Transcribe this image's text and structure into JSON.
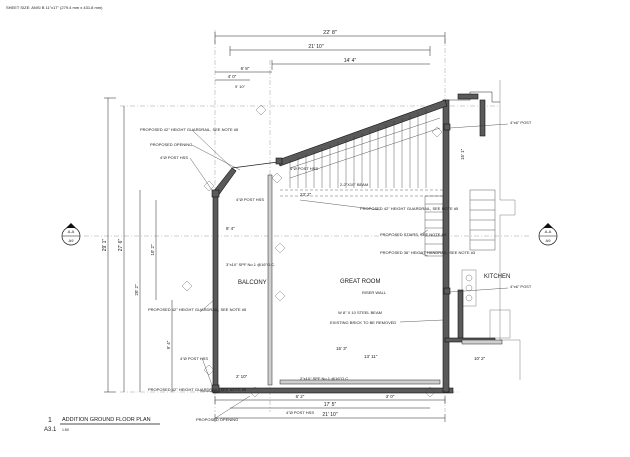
{
  "sheet_size": "SHEET SIZE: ANSI B  11\"x17\" (279.4 mm x 431.8 mm)",
  "title_block": {
    "number": "1",
    "title": "ADDITION GROUND FLOOR PLAN",
    "sheet": "A3.1",
    "scale": "1:50"
  },
  "rooms": {
    "balcony": "BALCONY",
    "great_room": "GREAT ROOM",
    "kitchen": "KITCHEN"
  },
  "section_marker": {
    "letter": "A-A",
    "sheet": "A9"
  },
  "notes": {
    "guardrail_top": "PROPOSED 42\" HEIGHT GUARDRAIL, SEE NOTE #5",
    "opening_top": "PROPOSED OPENING",
    "post_top": "4\"Ø POST HSS",
    "guardrail_mid": "PROPOSED 42\" HEIGHT GUARDRAIL, SEE NOTE #5",
    "post_mid": "4\"Ø POST HSS",
    "guardrail_low": "PROPOSED 42\" HEIGHT GUARDRAIL, SEE NOTE #5",
    "post_low": "4\"Ø POST HSS",
    "guardrail_bottom": "PROPOSED 42\" HEIGHT GUARDRAIL, SEE NOTE #5",
    "opening_bottom": "PROPOSED OPENING",
    "post_bottom": "4\"Ø POST HSS",
    "guardrail_right": "PROPOSED 42\" HEIGHT GUARDRAIL, SEE NOTE #5",
    "stairs": "PROPOSED STAIRS, SEE NOTE #4",
    "handrail": "PROPOSED 36\" HEIGHT HANDRAIL, SEE NOTE #3",
    "beam": "2-2\"X10\" BEAM",
    "riser_wall": "RISER WALL",
    "steel": "W 8\" X 10 STEEL BEAM",
    "existing_brick": "EXISTING BRICK TO BE REMOVED",
    "post_right_top": "4\"x6\" POST",
    "post_right_mid": "4\"x6\" POST",
    "lvl": "3\"x10\" SPF No.1 @16\"O.C.",
    "lvl2": "2\"x10\" SPF No.1 @16\"O.C.",
    "hss": "4\"Ø POST HSS"
  },
  "dimensions": {
    "d_overall_top": "22' 8\"",
    "d_second": "21' 10\"",
    "d_third": "14' 4\"",
    "d_small1": "6' 8\"",
    "d_small2": "4' 0\"",
    "d_small3": "9' 10\"",
    "d_small4": "2' 10\"",
    "d_bottom1": "17' 5\"",
    "d_bottom2": "21' 10\"",
    "d_bottom3": "6' 2\"",
    "d_bottom4": "3' 0\"",
    "d_left_overall": "29' 1\"",
    "d_left_2": "27' 6\"",
    "d_left_3": "20' 2\"",
    "d_left_4": "10' 2\"",
    "d_left_5": "9' 4\"",
    "d_mid1": "8' 4\"",
    "d_mid2": "15' 3\"",
    "d_mid3": "13' 11\"",
    "d_mid4": "23' 2\"",
    "d_right1": "15' 1\"",
    "d_right2": "10' 2\""
  }
}
